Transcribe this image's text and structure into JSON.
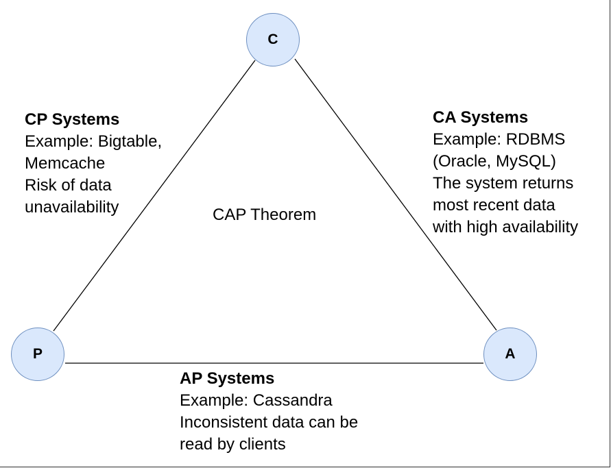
{
  "diagram": {
    "title": "CAP Theorem",
    "colors": {
      "node_fill": "#dae8fc",
      "node_stroke": "#6c8ebf",
      "edge": "#000000"
    },
    "nodes": {
      "c": "C",
      "p": "P",
      "a": "A"
    },
    "cp": {
      "heading": "CP Systems",
      "lines": [
        "Example: Bigtable,",
        "Memcache",
        "Risk of data",
        "unavailability"
      ]
    },
    "ca": {
      "heading": "CA Systems",
      "lines": [
        "Example: RDBMS",
        "(Oracle, MySQL)",
        "The system returns",
        "most recent data",
        "with high availability"
      ]
    },
    "ap": {
      "heading": "AP Systems",
      "lines": [
        "Example: Cassandra",
        "Inconsistent data can be",
        "read by clients"
      ]
    }
  }
}
